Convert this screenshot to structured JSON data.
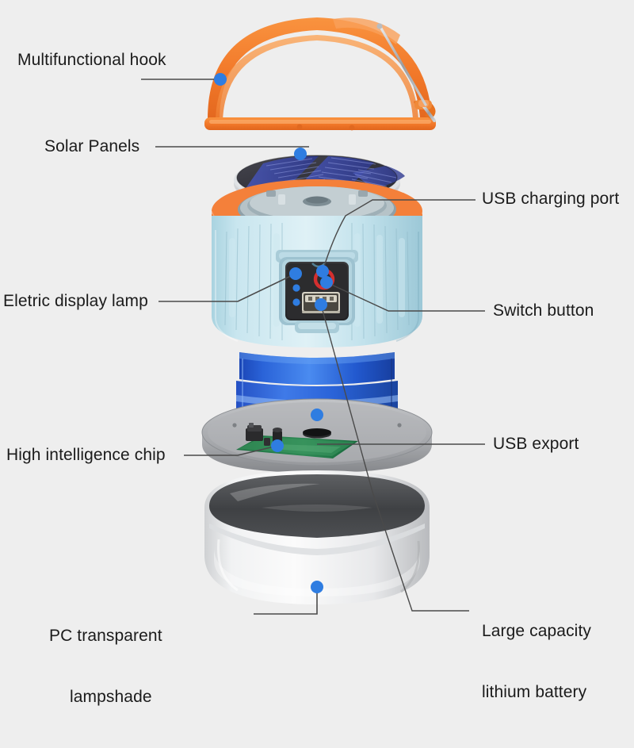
{
  "diagram": {
    "title": "Solar camping lantern exploded view",
    "background_color": "#eeeeee",
    "callout_dot_color": "#2f7de1",
    "leader_line_color": "#4a4a4a",
    "text_color": "#1b1b1b"
  },
  "labels": {
    "multifunctional_hook": "Multifunctional hook",
    "solar_panels": "Solar Panels",
    "usb_charging_port": "USB charging port",
    "electric_display_lamp": "Eletric display lamp",
    "switch_button": "Switch button",
    "usb_export": "USB export",
    "high_intelligence_chip": "High intelligence chip",
    "pc_transparent_lampshade_line1": "PC transparent",
    "pc_transparent_lampshade_line2": "lampshade",
    "large_capacity_battery_line1": "Large capacity",
    "large_capacity_battery_line2": "lithium battery"
  },
  "parts": {
    "hook": {
      "name": "Multifunctional hook",
      "color": "#f07a2a"
    },
    "solar_panel": {
      "name": "Solar Panels",
      "color": "#3a3a42",
      "cell_color": "#3d4aa8"
    },
    "top_ring": {
      "name": "Orange top ring",
      "color": "#ef7625"
    },
    "body": {
      "name": "Ribbed lantern body",
      "color": "#c6e3ec"
    },
    "switch_panel": {
      "name": "Control panel",
      "color": "#2e2e30",
      "led_count": 3,
      "led_color": "#2f7de1",
      "power_button_color": "#d42f2f",
      "usb_port_color": "#cfcabb"
    },
    "battery_module": {
      "name": "Large capacity lithium battery",
      "color": "#2060d8"
    },
    "chip_disc": {
      "name": "High intelligence chip disc",
      "color": "#a8aaad",
      "pcb_color": "#1f7a46"
    },
    "lampshade": {
      "name": "PC transparent lampshade",
      "color": "#f2f2f2",
      "inner_color": "#4a4a4c"
    }
  }
}
